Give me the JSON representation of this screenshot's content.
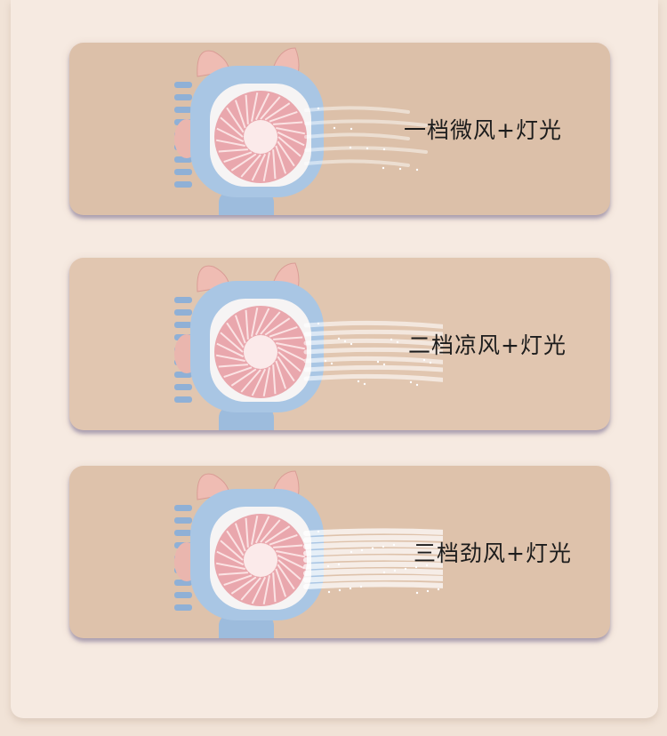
{
  "modes": [
    {
      "label": "一档微风+灯光",
      "wind_strength": 1
    },
    {
      "label": "二档凉风+灯光",
      "wind_strength": 2
    },
    {
      "label": "三档劲风+灯光",
      "wind_strength": 3
    }
  ],
  "icons": {
    "fan": "cat-ear-fan-icon",
    "wind": "wind-stream-icon"
  },
  "colors": {
    "fan_body": "#a9c6e4",
    "fan_blade": "#e9a7ad",
    "card_bg": "#dcc0a9",
    "page_bg": "#f6eae1"
  }
}
